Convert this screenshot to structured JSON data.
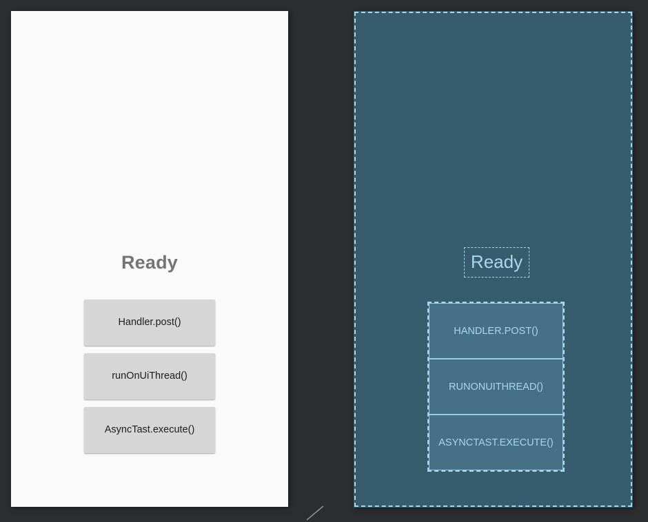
{
  "colors": {
    "desktop_background": "#2b2d2e",
    "phone_normal_background": "#fafafa",
    "phone_bounds_background": "#375c6e",
    "button_normal_fill": "#d6d6d6",
    "button_normal_text": "#1c1c1c",
    "button_bounds_fill": "#457086",
    "bounds_line": "#a9d6ea",
    "status_text_normal": "#757575",
    "status_text_bounds": "#a9d6ea"
  },
  "phone_normal": {
    "status_label": "Ready",
    "buttons": [
      {
        "label": "Handler.post()"
      },
      {
        "label": "runOnUiThread()"
      },
      {
        "label": "AsyncTast.execute()"
      }
    ]
  },
  "phone_layout_bounds": {
    "status_label": "Ready",
    "buttons": [
      {
        "label": "HANDLER.POST()"
      },
      {
        "label": "RUNONUITHREAD()"
      },
      {
        "label": "ASYNCTAST.EXECUTE()"
      }
    ]
  }
}
